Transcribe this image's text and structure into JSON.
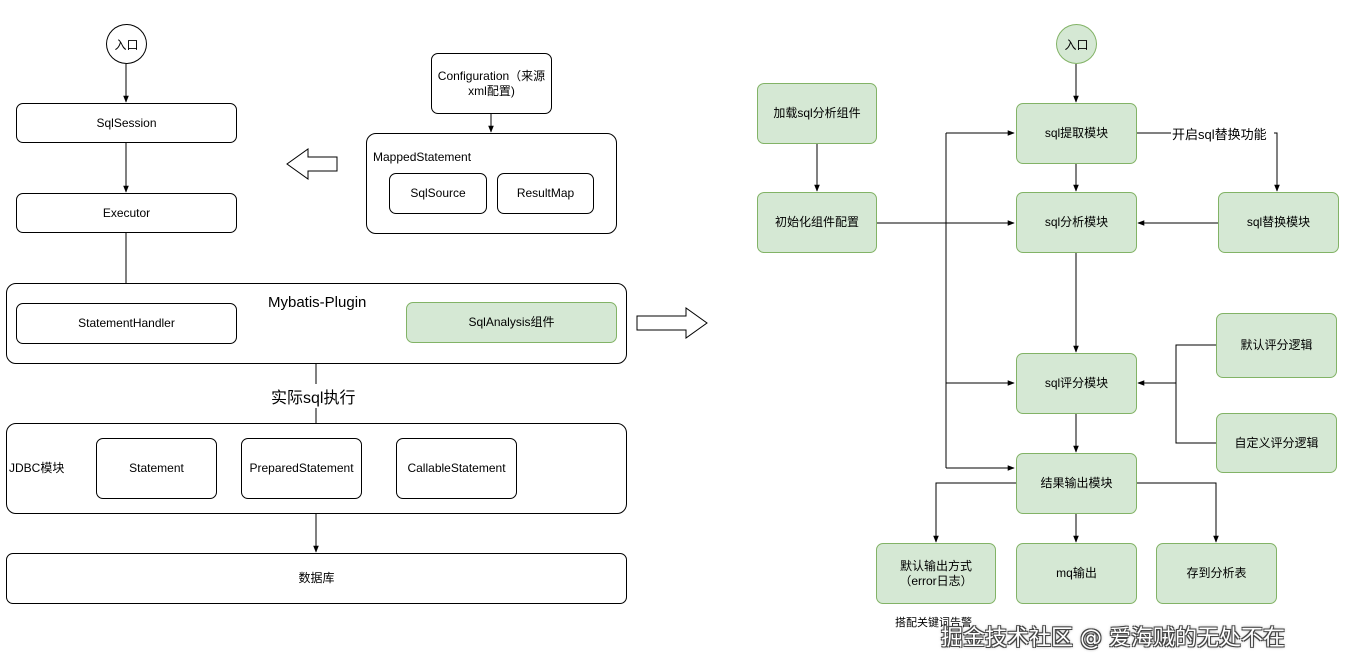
{
  "left": {
    "entry": "入口",
    "sqlsession": "SqlSession",
    "executor": "Executor",
    "configuration": "Configuration（来源xml配置)",
    "mapped_statement": "MappedStatement",
    "sqlsource": "SqlSource",
    "resultmap": "ResultMap",
    "plugin_title": "Mybatis-Plugin",
    "statement_handler": "StatementHandler",
    "sqlanalysis": "SqlAnalysis组件",
    "actual_sql": "实际sql执行",
    "jdbc_label": "JDBC模块",
    "statement": "Statement",
    "prepared_statement": "PreparedStatement",
    "callable_statement": "CallableStatement",
    "database": "数据库"
  },
  "right": {
    "entry": "入口",
    "load_components": "加载sql分析组件",
    "init_config": "初始化组件配置",
    "extract": "sql提取模块",
    "enable_replace": "开启sql替换功能",
    "analysis": "sql分析模块",
    "replace": "sql替换模块",
    "score": "sql评分模块",
    "default_score": "默认评分逻辑",
    "custom_score": "自定义评分逻辑",
    "output": "结果输出模块",
    "default_output": "默认输出方式（error日志）",
    "keyword_alert": "搭配关键词告警",
    "mq_output": "mq输出",
    "save_table": "存到分析表"
  },
  "watermark": "掘金技术社区 @ 爱海贼的无处不在",
  "colors": {
    "green_fill": "#d5e8d4",
    "green_stroke": "#82b366",
    "line": "#000000"
  }
}
